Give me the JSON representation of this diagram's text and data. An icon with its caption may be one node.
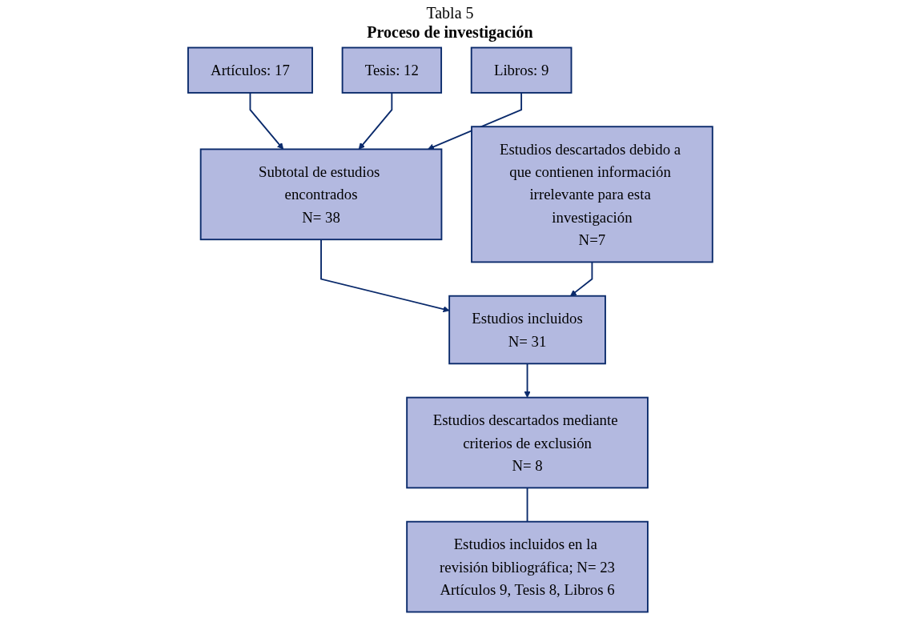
{
  "diagram": {
    "title": "Proceso de investigación",
    "nodes": [
      {
        "text": [
          "Artículos: 17"
        ]
      },
      {
        "text": [
          "Tesis: 12"
        ]
      },
      {
        "text": [
          "Libros: 9"
        ]
      },
      {
        "text": [
          "Subtotal de estudios encontrados",
          "N= 38"
        ]
      },
      {
        "text": [
          "Estudios descartados debido a que contienen información irrelevante para esta investigación",
          "N=7"
        ]
      },
      {
        "text": [
          "Estudios incluidos",
          "N= 31"
        ]
      },
      {
        "text": [
          "Estudios descartados mediante criterios de exclusión",
          "N= 8"
        ]
      },
      {
        "text": [
          "Estudios incluidos en la revisión bibliográfica; N= 23",
          "Artículos 9, Tesis 8, Libros 6"
        ]
      }
    ],
    "edges": [
      {
        "from": 0,
        "to": 3,
        "arrow": "to"
      },
      {
        "from": 1,
        "to": 3,
        "arrow": "to"
      },
      {
        "from": 2,
        "to": 3,
        "arrow": "to"
      },
      {
        "from": 3,
        "to": 5,
        "arrow": "to"
      },
      {
        "from": 4,
        "to": 5,
        "arrow": "to"
      },
      {
        "from": 5,
        "to": 6,
        "arrow": "to"
      },
      {
        "from": 6,
        "to": 7,
        "arrow": "none"
      }
    ],
    "labels": [
      "Tabla 5"
    ]
  }
}
